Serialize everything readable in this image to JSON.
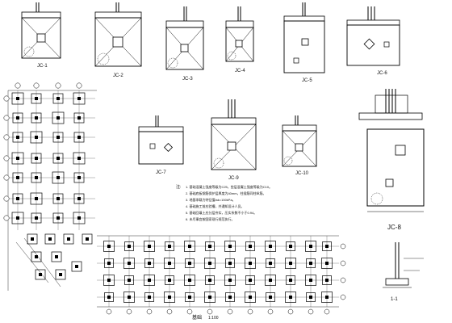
{
  "drawing": {
    "foundation_details": [
      {
        "label": "JC-1"
      },
      {
        "label": "JC-2"
      },
      {
        "label": "JC-3"
      },
      {
        "label": "JC-4"
      },
      {
        "label": "JC-5"
      },
      {
        "label": "JC-6"
      },
      {
        "label": "JC-7"
      },
      {
        "label": "JC-9"
      },
      {
        "label": "JC-10"
      }
    ],
    "large_detail_label": "JC-8",
    "plan_title": "基础",
    "plan_scale": "1:100",
    "section_title": "1-1",
    "notes_title": "注:",
    "notes": [
      "1. 基础混凝土强度等级为C25，垫层混凝土强度等级为C10。",
      "2. 基础底板钢筋保护层厚度为40mm，柱插筋同柱纵筋。",
      "3. 地基承载力特征值fak=150kPa。",
      "4. 基础施工前应验槽，并通知设计人员。",
      "5. 基础回填土应分层夯实，压实系数不小于0.94。",
      "6. 未尽事宜按国家现行规范执行。"
    ]
  }
}
